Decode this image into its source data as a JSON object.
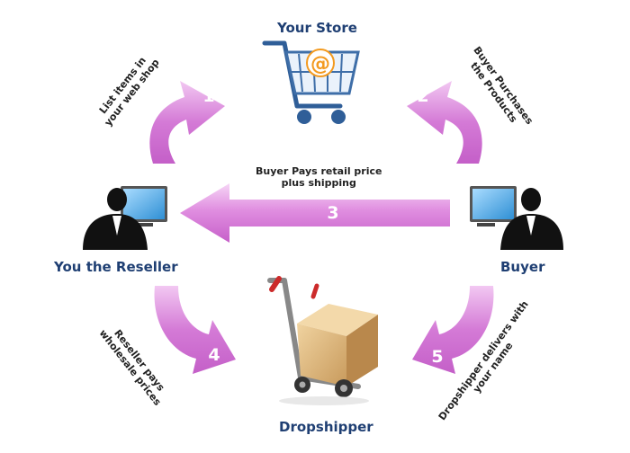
{
  "colors": {
    "arrow": "#d47ad6",
    "arrow_light": "#efc6ef",
    "label": "#1f3f73",
    "cart": "#3e6ea8",
    "at_sign": "#f39a1f",
    "box": "#d7b27a",
    "monitor": "#49a9e3"
  },
  "nodes": {
    "store": {
      "label": "Your Store",
      "icon": "shopping-cart-icon"
    },
    "reseller": {
      "label": "You the Reseller",
      "icon": "person-at-computer-icon"
    },
    "buyer": {
      "label": "Buyer",
      "icon": "person-at-computer-icon"
    },
    "dropshipper": {
      "label": "Dropshipper",
      "icon": "hand-truck-box-icon"
    }
  },
  "steps": [
    {
      "number": "1",
      "lines": [
        "List items in",
        "your web shop"
      ]
    },
    {
      "number": "2",
      "lines": [
        "Buyer Purchases",
        "the Products"
      ]
    },
    {
      "number": "3",
      "lines": [
        "Buyer Pays retail price",
        "plus shipping"
      ]
    },
    {
      "number": "4",
      "lines": [
        "Reseller pays",
        "wholesale prices"
      ]
    },
    {
      "number": "5",
      "lines": [
        "Dropshipper delivers with",
        "your name"
      ]
    }
  ]
}
